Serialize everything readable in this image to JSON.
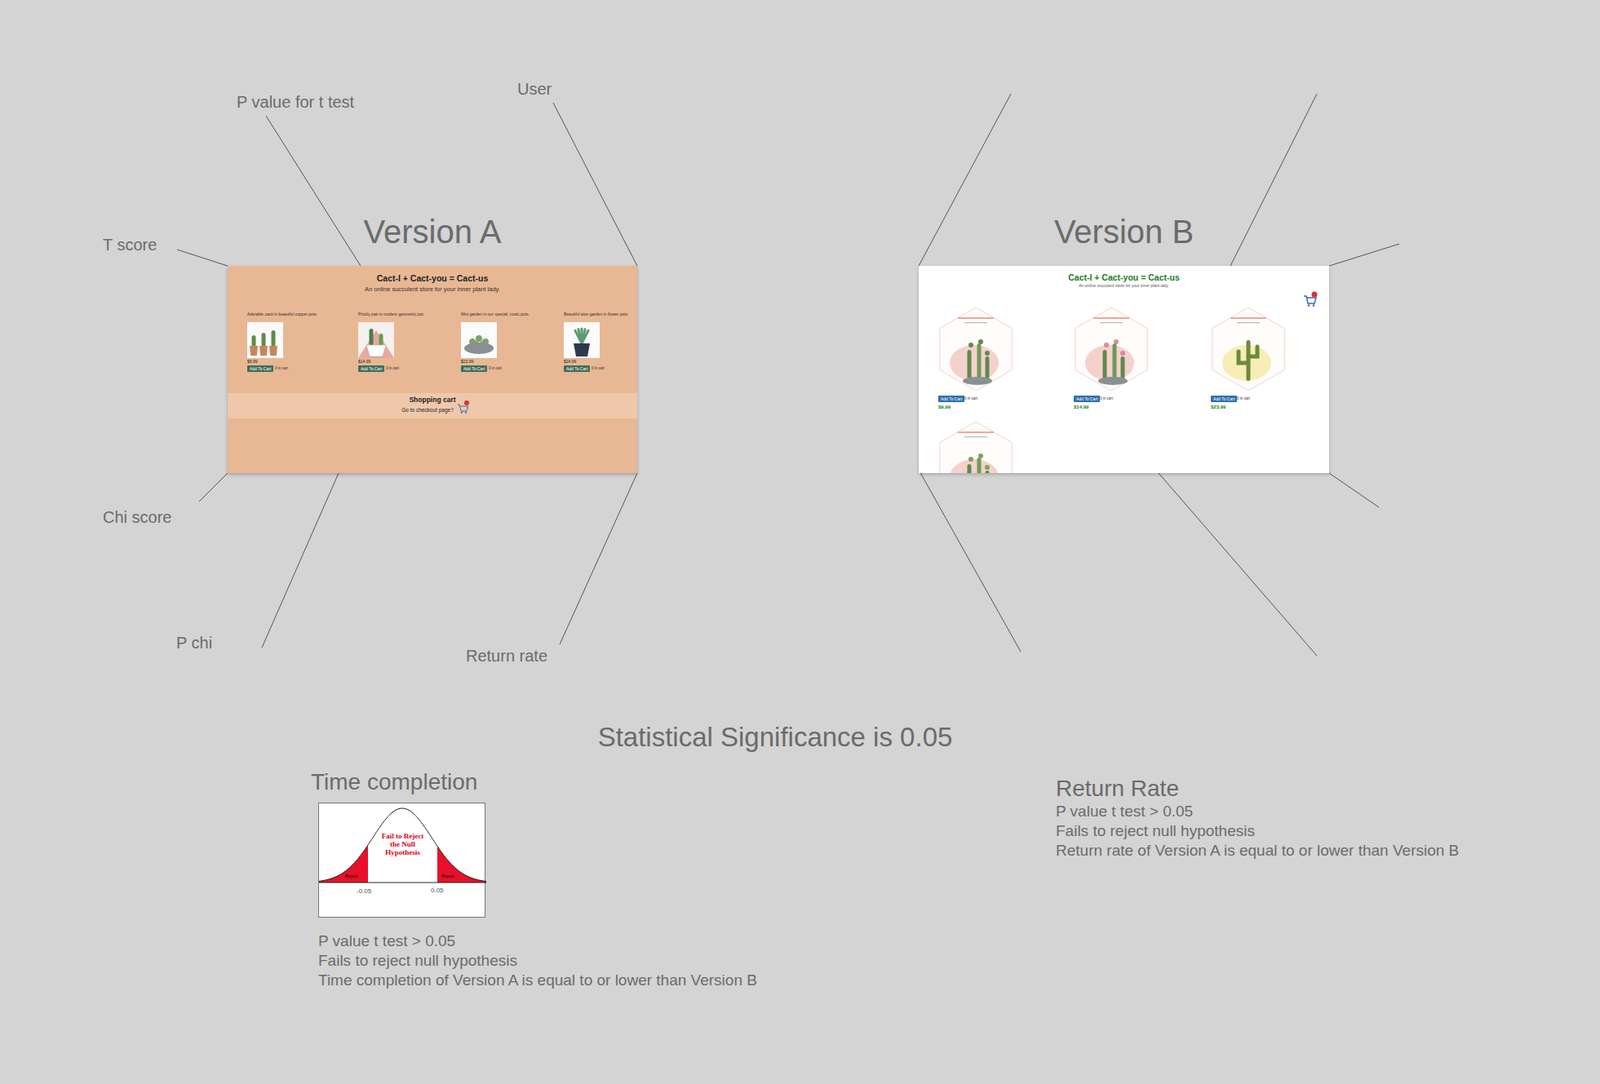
{
  "diagram": {
    "nodes": [
      {
        "text": [
          "Version A",
          "Cact-I + Cact-you = Cact-us",
          "An online succulent store for your inner plant lady."
        ]
      },
      {
        "text": [
          "Adorable cacti in beautiful copper pots.",
          "$9.99",
          "Add To Cart",
          "0 in cart"
        ],
        "in": 0
      },
      {
        "text": [
          "Prickly pair in modern geometric pot.",
          "$14.99",
          "Add To Cart",
          "0 in cart"
        ],
        "in": 0
      },
      {
        "text": [
          "Mini garden in our special, rustic pots.",
          "$23.99",
          "Add To Cart",
          "0 in cart"
        ],
        "in": 0
      },
      {
        "text": [
          "Beautiful aloe garden in flower pots.",
          "$24.99",
          "Add To Cart",
          "0 in cart"
        ],
        "in": 0
      },
      {
        "text": [
          "Shopping cart",
          "Go to checkout page?"
        ],
        "in": 0
      },
      {
        "text": [
          "Version B",
          "Cact-I + Cact-you = Cact-us",
          "An online succulent store for your inner plant lady."
        ]
      },
      {
        "text": [
          "Add To Cart",
          "0 in cart",
          "$9.99"
        ],
        "in": 6
      },
      {
        "text": [
          "Add To Cart",
          "0 in cart",
          "$14.99"
        ],
        "in": 6
      },
      {
        "text": [
          "Add To Cart",
          "0 in cart",
          "$23.99"
        ],
        "in": 6
      },
      {
        "text": [
          "Fail to Reject the Null Hypothesis",
          "Reject",
          "Reject",
          "-0.05",
          "0.05"
        ]
      }
    ],
    "labels": [
      "P value for t test",
      "User",
      "T score",
      "Chi score",
      "P chi",
      "Return rate",
      "Statistical Significance is 0.05",
      "Time completion",
      "P value t test > 0.05",
      "Fails to reject null hypothesis",
      "Time completion of Version A is equal to or lower than Version B",
      "Return Rate",
      "P value t test > 0.05",
      "Fails to reject null hypothesis",
      "Return rate of Version A is equal to or lower than Version B"
    ]
  }
}
